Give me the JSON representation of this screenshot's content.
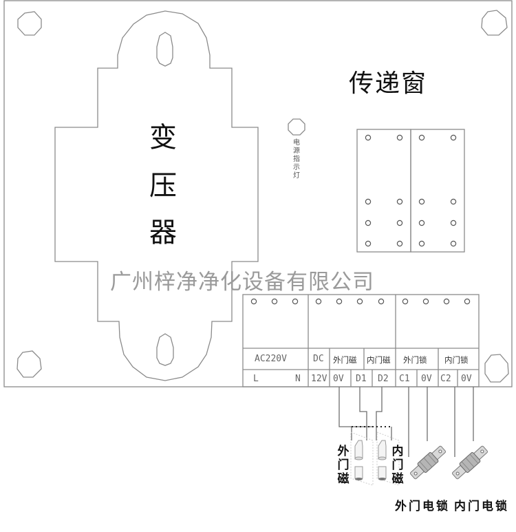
{
  "board": {
    "title": "传递窗",
    "transformer_label": [
      "变",
      "压",
      "器"
    ],
    "power_indicator_label": [
      "电",
      "源",
      "指",
      "示",
      "灯"
    ],
    "watermark": "广州梓净净化设备有限公司"
  },
  "terminal_block": {
    "groups": [
      {
        "label": "AC220V",
        "pins": [
          "L",
          "N"
        ]
      },
      {
        "label": "DC",
        "pins": [
          "12V"
        ]
      },
      {
        "label": "外门磁",
        "pins": [
          "0V",
          "D1"
        ]
      },
      {
        "label": "内门磁",
        "pins": [
          "D2"
        ]
      },
      {
        "label": "外门锁",
        "pins": [
          "C1",
          "0V"
        ]
      },
      {
        "label": "内门锁",
        "pins": [
          "C2",
          "0V"
        ]
      }
    ]
  },
  "components": {
    "outer_magnet_label": [
      "外",
      "门",
      "磁"
    ],
    "inner_magnet_label": [
      "内",
      "门",
      "磁"
    ],
    "outer_lock_label": "外门电锁",
    "inner_lock_label": "内门电锁"
  },
  "colors": {
    "line": "#8a8a8a",
    "text": "#111111",
    "watermark": "#9a9a9a"
  }
}
